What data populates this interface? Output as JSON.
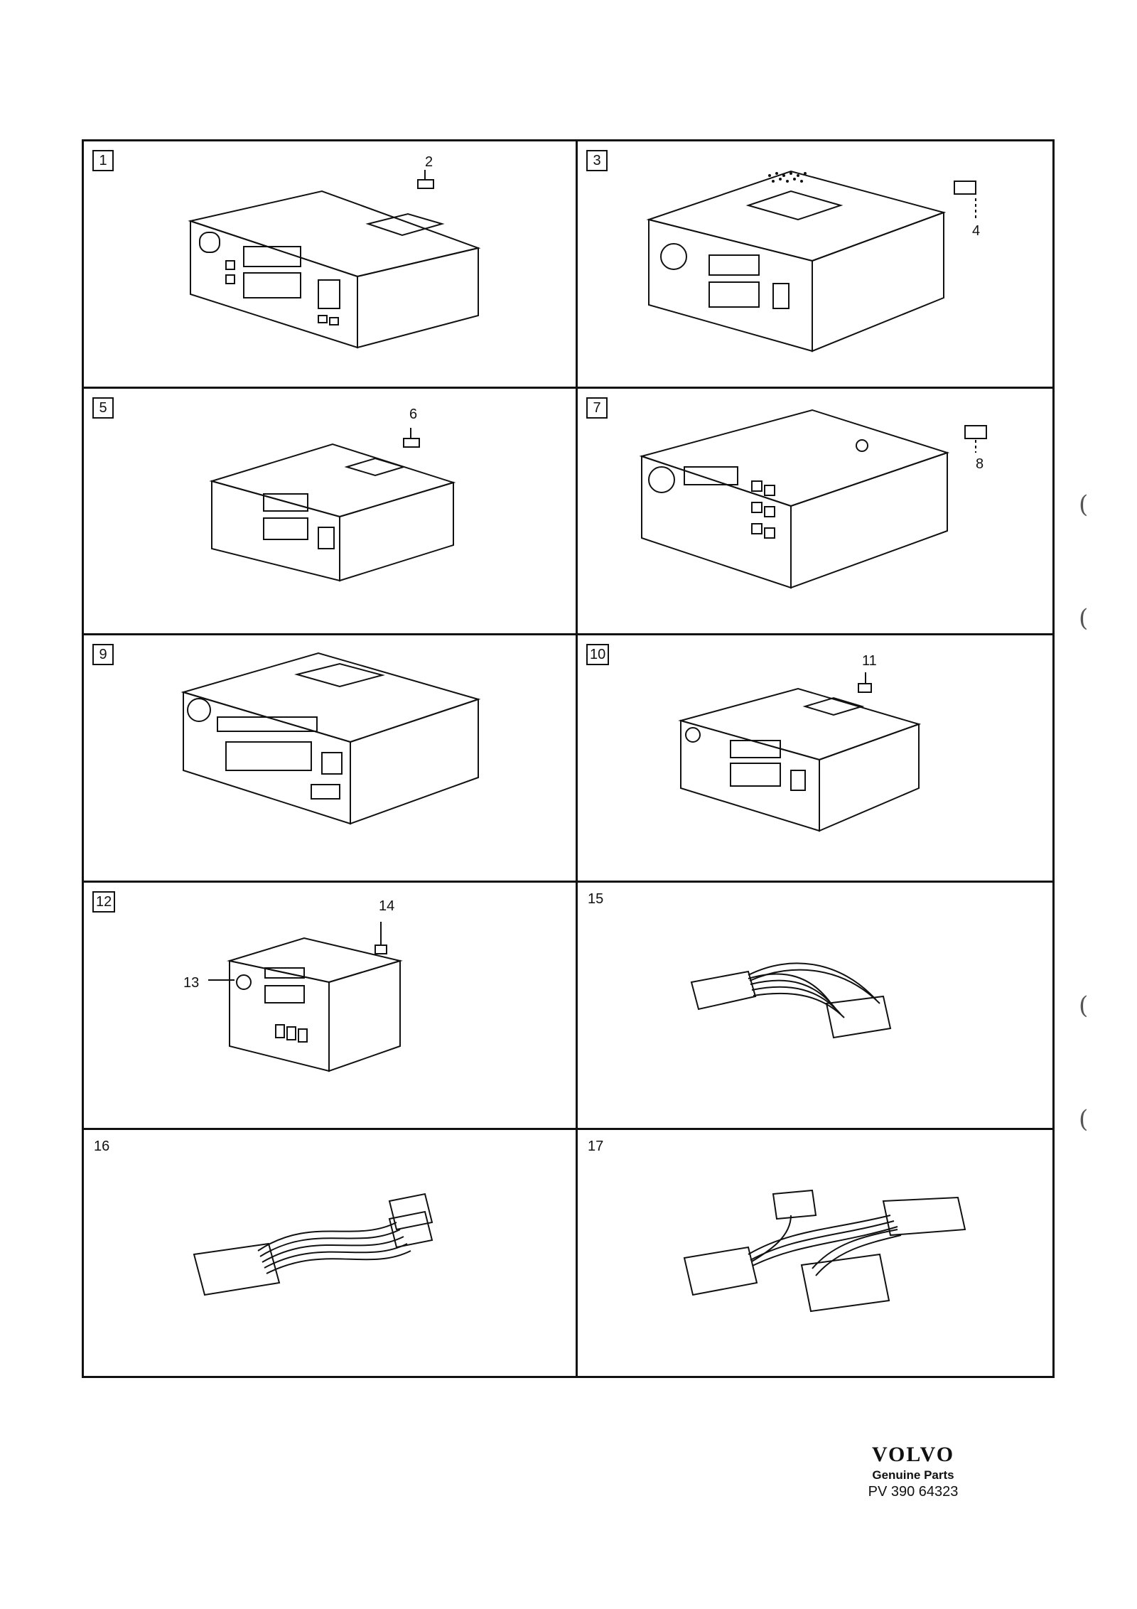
{
  "cells": [
    {
      "number": "1",
      "boxed": true,
      "callouts": [
        "2"
      ]
    },
    {
      "number": "3",
      "boxed": true,
      "callouts": [
        "4"
      ]
    },
    {
      "number": "5",
      "boxed": true,
      "callouts": [
        "6"
      ]
    },
    {
      "number": "7",
      "boxed": true,
      "callouts": [
        "8"
      ]
    },
    {
      "number": "9",
      "boxed": true,
      "callouts": []
    },
    {
      "number": "10",
      "boxed": true,
      "callouts": [
        "11"
      ]
    },
    {
      "number": "12",
      "boxed": true,
      "callouts": [
        "14",
        "13"
      ]
    },
    {
      "number": "15",
      "boxed": false,
      "callouts": []
    },
    {
      "number": "16",
      "boxed": false,
      "callouts": []
    },
    {
      "number": "17",
      "boxed": false,
      "callouts": []
    }
  ],
  "footer": {
    "brand": "VOLVO",
    "subtitle": "Genuine Parts",
    "code": "PV 390 64323"
  },
  "margin_marks": [
    "(",
    "(",
    "(",
    "("
  ],
  "colors": {
    "ink": "#111111",
    "paper": "#ffffff"
  }
}
